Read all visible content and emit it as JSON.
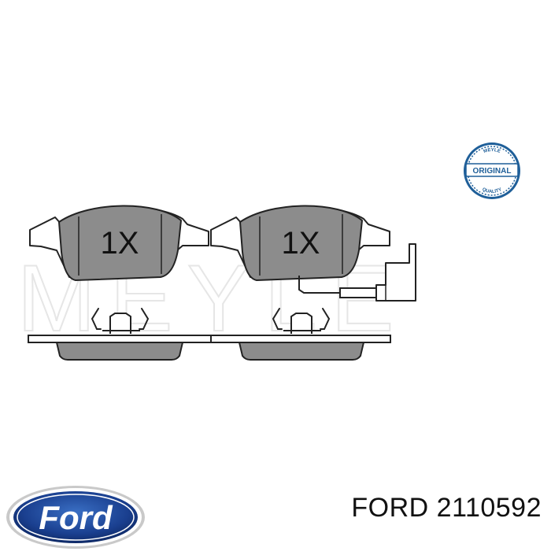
{
  "pads": [
    {
      "label": "1X"
    },
    {
      "label": "1X"
    }
  ],
  "watermark": "MEYLE",
  "badge": {
    "top_text": "MEYLE",
    "center_text": "ORIGINAL",
    "bottom_text": "QUALITY"
  },
  "ford_logo_text": "Ford",
  "caption": "FORD 2110592",
  "colors": {
    "pad_fill": "#8c8c8c",
    "outline": "#222222",
    "badge_blue": "#1f5f99",
    "ford_blue": "#1a3f8f"
  }
}
